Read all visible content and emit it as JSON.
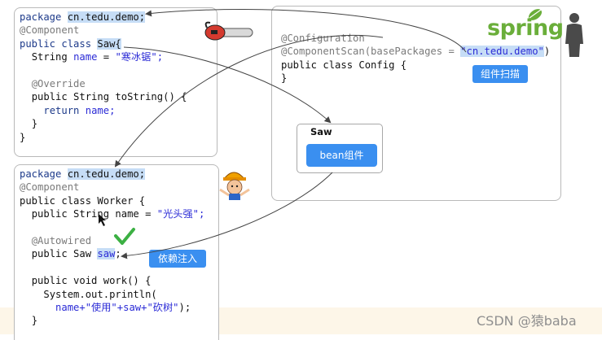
{
  "saw_class": {
    "package_kw": "package",
    "package_name": "cn.tedu.demo;",
    "annotation": "@Component",
    "decl_kw": "public class",
    "class_name": "Saw{",
    "field_type": "String",
    "field_name": "name",
    "field_eq": "=",
    "field_value": "\"寒冰锯\";",
    "override": "@Override",
    "method_sig": "public String toString() {",
    "return_kw": "return",
    "return_val": "name;",
    "close_inner": "}",
    "close_outer": "}"
  },
  "worker_class": {
    "package_kw": "package",
    "package_name": "cn.tedu.demo;",
    "annotation": "@Component",
    "decl": "public class Worker {",
    "field_decl": "public String name =",
    "field_value": "\"光头强\";",
    "autowired": "@Autowired",
    "saw_decl": "public Saw",
    "saw_var": "saw",
    "saw_end": ";",
    "method_sig": "public void work() {",
    "println": "System.out.println(",
    "println_args_a": "name+",
    "println_str_a": "\"使用\"",
    "println_args_b": "+saw+",
    "println_str_b": "\"砍树\"",
    "println_end": ");",
    "close": "}"
  },
  "config_class": {
    "configuration": "@Configuration",
    "component_scan": "@ComponentScan(basePackages =",
    "scan_value": "\"cn.tedu.demo\"",
    "scan_end": ")",
    "decl": "public class Config {",
    "close": "}"
  },
  "labels": {
    "component_scan_tag": "组件扫描",
    "injection_tag": "依赖注入",
    "bean_box_title": "Saw",
    "bean_chip": "bean组件",
    "spring_logo": "spring",
    "watermark": "CSDN @猿baba"
  },
  "colors": {
    "accent_blue": "#3a8ff0",
    "highlight": "#c6ddf6",
    "spring_green": "#6aae3a",
    "check_green": "#3cb043"
  }
}
